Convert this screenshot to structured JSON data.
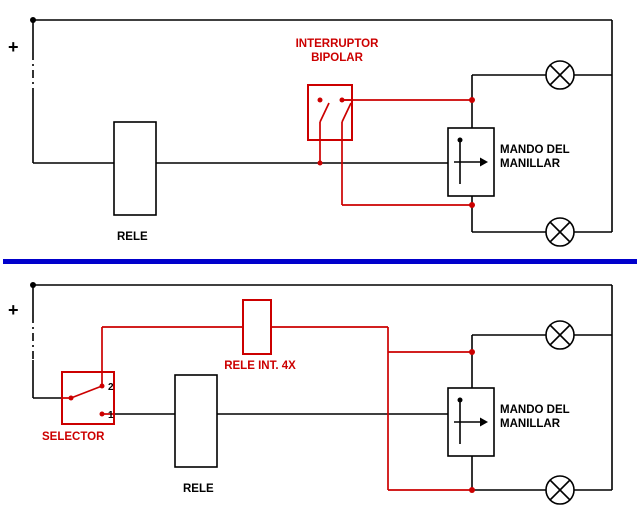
{
  "colors": {
    "wire": "#000000",
    "accent": "#cc0000",
    "divider": "#0000cc",
    "background": "#ffffff"
  },
  "top_circuit": {
    "plus_label": "+",
    "bipolar_switch_label_line1": "INTERRUPTOR",
    "bipolar_switch_label_line2": "BIPOLAR",
    "relay_label": "RELE",
    "handlebar_label_line1": "MANDO DEL",
    "handlebar_label_line2": "MANILLAR"
  },
  "bottom_circuit": {
    "plus_label": "+",
    "selector_label": "SELECTOR",
    "selector_position_2": "2",
    "selector_position_1": "1",
    "int_relay_label": "RELE INT. 4X",
    "relay_label": "RELE",
    "handlebar_label_line1": "MANDO DEL",
    "handlebar_label_line2": "MANILLAR"
  }
}
